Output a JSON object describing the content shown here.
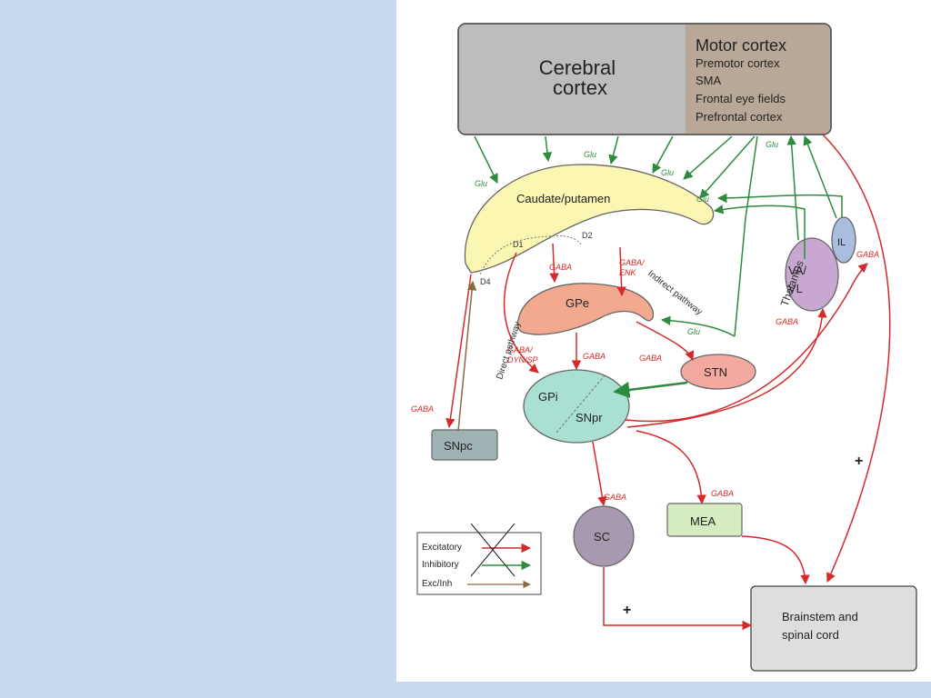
{
  "colors": {
    "background": "#c6d9ee",
    "excitatory": "#2e8b3e",
    "inhibitory": "#d42a2a",
    "exc_inh": "#8b6a3e",
    "cortex_left": "#bdbdbd",
    "cortex_right": "#b9a898",
    "caudate": "#fbf6b2",
    "gpe": "#f3a98f",
    "stn": "#f4a9a0",
    "gpi": "#a9e0d2",
    "snpc": "#9fb3b5",
    "sc": "#a79ab0",
    "mea": "#d4ecbf",
    "vavl": "#c8a8d0",
    "il": "#a9bedf",
    "brainstem": "#dedede"
  },
  "nodes": {
    "cerebral_cortex": [
      "Cerebral",
      "cortex"
    ],
    "motor_title": "Motor cortex",
    "motor_items": [
      "Premotor cortex",
      "SMA",
      "Frontal eye fields",
      "Prefrontal cortex"
    ],
    "caudate": "Caudate/putamen",
    "gpe": "GPe",
    "stn": "STN",
    "gpi": "GPi",
    "snpr": "SNpr",
    "snpc": "SNpc",
    "sc": "SC",
    "mea": "MEA",
    "vavl": [
      "VA/",
      "VL"
    ],
    "il": "IL",
    "thalamus": "Thalamus",
    "brainstem": [
      "Brainstem and",
      "spinal cord"
    ]
  },
  "receptors": {
    "d1": "D1",
    "d2": "D2",
    "d4": "D4"
  },
  "labels": {
    "glu": "Glu",
    "gaba": "GABA",
    "gaba_enk": [
      "GABA/",
      "ENK"
    ],
    "gaba_dyn": [
      "GABA/",
      "DYN/SP"
    ],
    "plus": "+"
  },
  "pathways": {
    "direct": "Direct pathway",
    "indirect": "Indirect pathway"
  },
  "legend": {
    "excitatory": "Excitatory",
    "inhibitory": "Inhibitory",
    "exc_inh": "Exc/Inh"
  }
}
